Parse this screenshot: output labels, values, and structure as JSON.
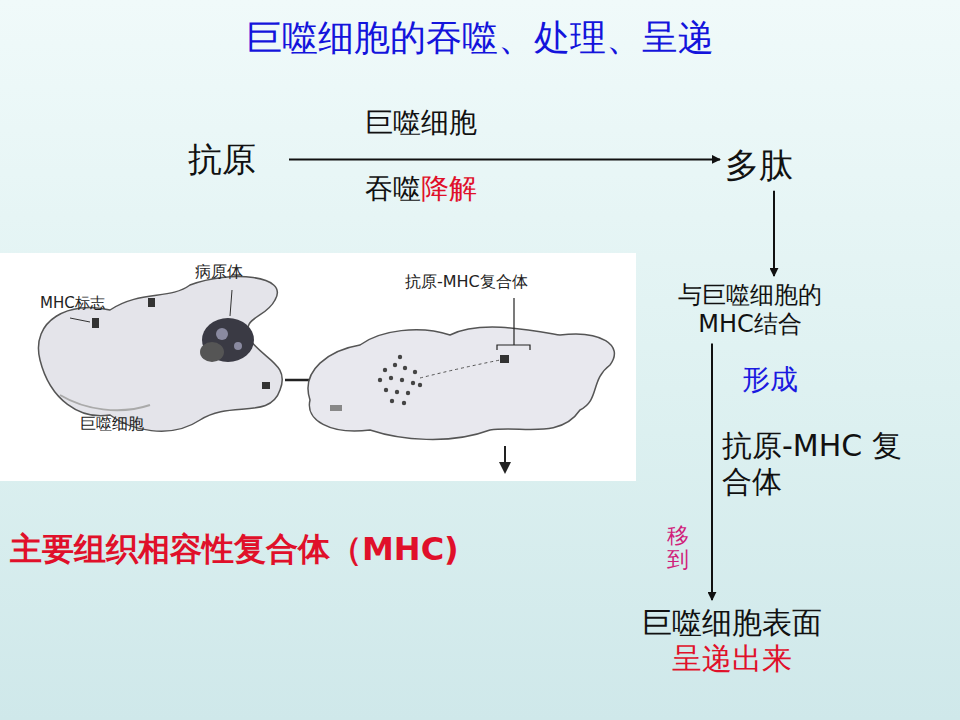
{
  "diagram": {
    "title": "巨噬细胞的吞噬、处理、呈递",
    "nodes": [
      {
        "text": [
          "抗原"
        ]
      },
      {
        "text": [
          "多肽"
        ]
      },
      {
        "text": [
          "与巨噬细胞的 MHC结合"
        ]
      },
      {
        "text": [
          "巨噬细胞表面",
          "呈递出来"
        ]
      }
    ],
    "edges": [
      {
        "from": 0,
        "to": 1,
        "arrow": "to",
        "label": "巨噬细胞"
      },
      {
        "from": 1,
        "to": 2,
        "arrow": "to"
      },
      {
        "from": 2,
        "to": 3,
        "arrow": "to",
        "label": "抗原-MHC 复合体"
      }
    ],
    "labels": [
      "病原体",
      "MHC标志",
      "巨噬细胞",
      "抗原-MHC复合体",
      "吞噬",
      "降解",
      "形成",
      "移到",
      "主要组织相容性复合体（MHC)"
    ]
  }
}
